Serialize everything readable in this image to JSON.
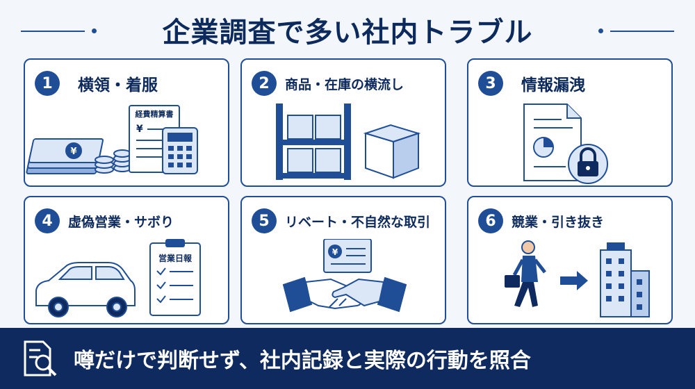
{
  "title": "企業調査で多い社内トラブル",
  "cards": [
    {
      "number": "1",
      "label": "横領・着服",
      "doc_label": "経費精算書",
      "currency": "¥"
    },
    {
      "number": "2",
      "label": "商品・在庫の横流し"
    },
    {
      "number": "3",
      "label": "情報漏洩"
    },
    {
      "number": "4",
      "label": "虚偽営業・サボり",
      "doc_label": "営業日報"
    },
    {
      "number": "5",
      "label": "リベート・不自然な取引",
      "currency": "¥"
    },
    {
      "number": "6",
      "label": "競業・引き抜き"
    }
  ],
  "banner": {
    "text": "噂だけで判断せず、社内記録と実際の行動を照合"
  },
  "colors": {
    "navy": "#0e2a5e",
    "accent": "#1f4e96",
    "light": "#dbe6f7"
  }
}
